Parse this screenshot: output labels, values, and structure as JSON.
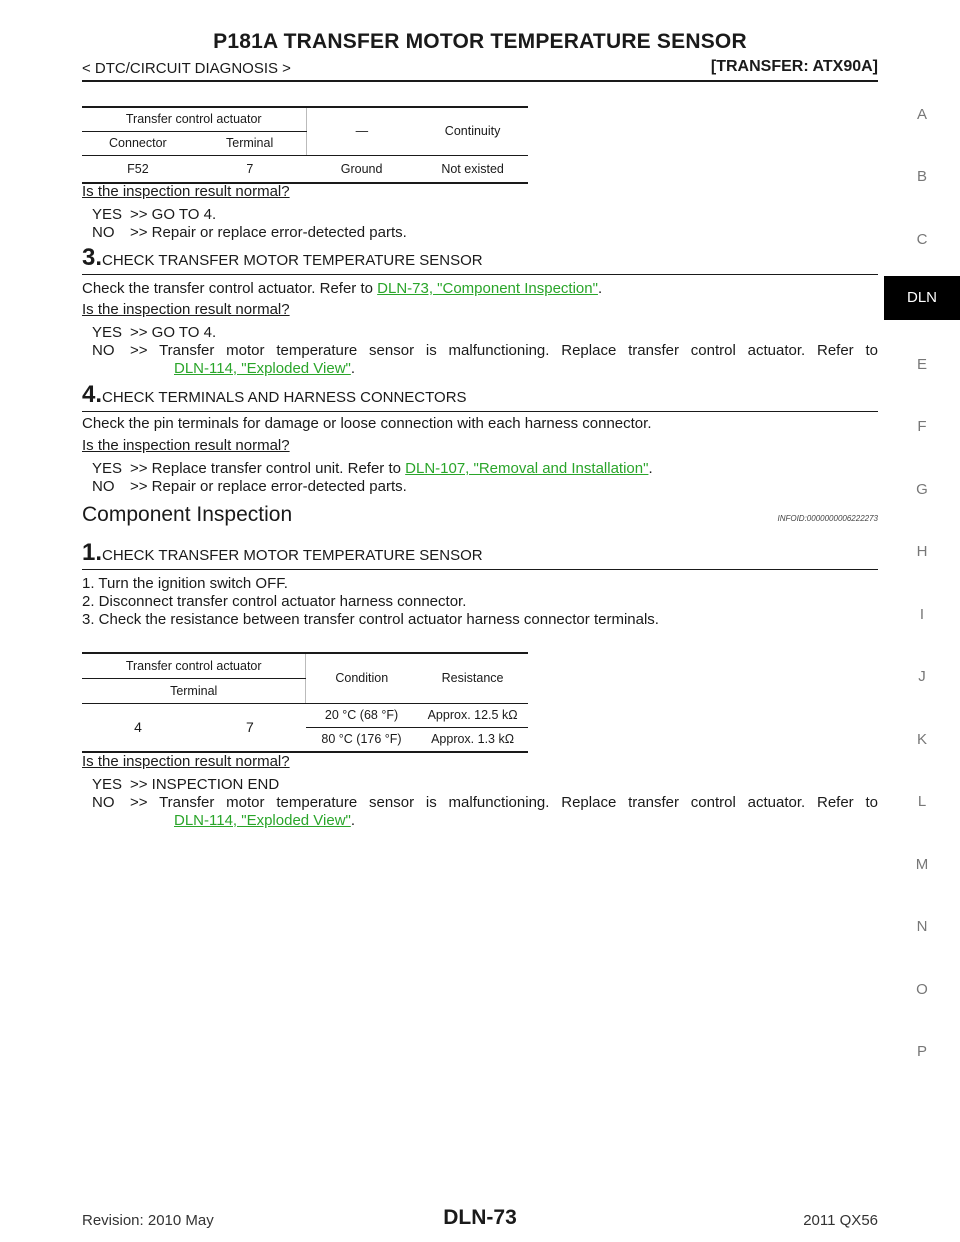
{
  "header": {
    "title": "P181A TRANSFER MOTOR TEMPERATURE SENSOR",
    "breadcrumb": "< DTC/CIRCUIT DIAGNOSIS >",
    "model": "[TRANSFER: ATX90A]"
  },
  "side_tabs": [
    "A",
    "B",
    "C",
    "DLN",
    "E",
    "F",
    "G",
    "H",
    "I",
    "J",
    "K",
    "L",
    "M",
    "N",
    "O",
    "P"
  ],
  "active_tab": "DLN",
  "table1": {
    "head1": "Transfer control actuator",
    "dash": "—",
    "continuity": "Continuity",
    "connector": "Connector",
    "terminal": "Terminal",
    "row": [
      "F52",
      "7",
      "Ground",
      "Not existed"
    ]
  },
  "step2_result": {
    "question": "Is the inspection result normal?",
    "yes_key": "YES",
    "yes_text": ">> GO TO 4.",
    "no_key": "NO",
    "no_text": ">> Repair or replace error-detected parts."
  },
  "step3": {
    "num": "3.",
    "label": "CHECK TRANSFER MOTOR TEMPERATURE SENSOR",
    "body_pre": "Check the transfer control actuator. Refer to ",
    "body_link": "DLN-73, \"Component Inspection\"",
    "body_post": ".",
    "question": "Is the inspection result normal?",
    "yes_key": "YES",
    "yes_text": ">> GO TO 4.",
    "no_key": "NO",
    "no_text": ">> Transfer motor temperature sensor is malfunctioning. Replace transfer control actuator. Refer to",
    "no_link": "DLN-114, \"Exploded View\"",
    "no_post": "."
  },
  "step4": {
    "num": "4.",
    "label": "CHECK TERMINALS AND HARNESS CONNECTORS",
    "body": "Check the pin terminals for damage or loose connection with each harness connector.",
    "question": "Is the inspection result normal?",
    "yes_key": "YES",
    "yes_text": ">> Replace transfer control unit. Refer to ",
    "yes_link": "DLN-107, \"Removal and Installation\"",
    "yes_post": ".",
    "no_key": "NO",
    "no_text": ">> Repair or replace error-detected parts."
  },
  "component": {
    "heading": "Component Inspection",
    "infoid": "INFOID:0000000006222273",
    "step_num": "1.",
    "step_label": "CHECK TRANSFER MOTOR TEMPERATURE SENSOR",
    "items": [
      "1. Turn the ignition switch OFF.",
      "2. Disconnect transfer control actuator harness connector.",
      "3. Check the resistance between transfer control actuator harness connector terminals."
    ]
  },
  "table2": {
    "head1": "Transfer control actuator",
    "condition": "Condition",
    "resistance": "Resistance",
    "terminal": "Terminal",
    "t1": "4",
    "t2": "7",
    "rows": [
      {
        "cond": "20 °C (68 °F)",
        "res": "Approx. 12.5 kΩ"
      },
      {
        "cond": "80 °C (176 °F)",
        "res": "Approx. 1.3 kΩ"
      }
    ]
  },
  "final_result": {
    "question": "Is the inspection result normal?",
    "yes_key": "YES",
    "yes_text": ">> INSPECTION END",
    "no_key": "NO",
    "no_text": ">> Transfer motor temperature sensor is malfunctioning. Replace transfer control actuator. Refer to",
    "no_link": "DLN-114, \"Exploded View\"",
    "no_post": "."
  },
  "footer": {
    "revision": "Revision: 2010 May",
    "page": "DLN-73",
    "model": "2011 QX56"
  }
}
